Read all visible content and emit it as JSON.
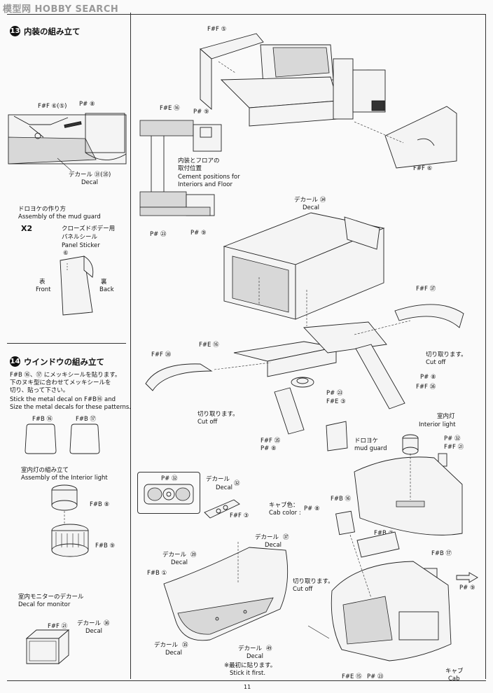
{
  "watermark": "模型网 HOBBY SEARCH",
  "page_number": "11",
  "step13": {
    "number": "13",
    "title": "内装の組み立て",
    "part_ff65": "F#F ⑥(⑤)",
    "part_ph8": "P# ⑧",
    "decal_jp": "デカール ㉛(㉟)",
    "decal_en": "Decal"
  },
  "mud_guard": {
    "title_jp": "ドロヨケの作り方",
    "title_en": "Assembly of the mud guard",
    "x2": "X2",
    "sticker_jp1": "クローズドボデー用",
    "sticker_jp2": "パネルシール",
    "sticker_en": "Panel Sticker",
    "sticker_num": "⑥",
    "front_jp": "表",
    "front_en": "Front",
    "back_jp": "裏",
    "back_en": "Back"
  },
  "step14": {
    "number": "14",
    "title": "ウインドウの組み立て",
    "instr1": "F#B ⑯、⑰ にメッキシールを貼ります。",
    "instr2": "下のヌキ型に合わせてメッキシールを",
    "instr3": "切り、貼って下さい。",
    "instr4": "Stick the metal decal on F#B⑯ and",
    "instr5": "Size the metal decals for these patterns.",
    "pattern1": "F#B ⑯",
    "pattern2": "F#B ⑰"
  },
  "interior_light": {
    "title_jp": "室内灯の組み立て",
    "title_en": "Assembly of the Interior light",
    "part1": "F#B ⑧",
    "part2": "F#B ⑨"
  },
  "monitor": {
    "title_jp": "室内モニターのデカール",
    "title_en": "Decal for monitor",
    "part": "F#F ㉑",
    "decal_jp": "デカール",
    "decal_en": "Decal",
    "decal_num": "㊱"
  },
  "top_assembly": {
    "part_ff5": "F#F ⑤",
    "part_ff6": "F#F ⑥",
    "part_fe16": "F#E ⑯",
    "part_ph9a": "P# ⑨",
    "part_ph23": "P# ㉓",
    "part_ph9b": "P# ⑨",
    "cement_jp1": "内装とフロアの",
    "cement_jp2": "取付位置",
    "cement_en1": "Cement positions for",
    "cement_en2": "Interiors and Floor",
    "decal34_jp": "デカール ㉞",
    "decal34_en": "Decal"
  },
  "middle_assembly": {
    "ff37": "F#F ㊲",
    "ff38": "F#F ㊳",
    "fe16": "F#E ⑯",
    "cut1_jp": "切り取ります。",
    "cut1_en": "Cut off",
    "ph8": "P# ⑧",
    "ff36": "F#F ㊱",
    "ph23": "P# ㉓",
    "fe3": "F#E ③",
    "cut2_jp": "切り取ります。",
    "cut2_en": "Cut off",
    "ff35": "F#F ㉟",
    "ph8b": "P# ⑧",
    "mud_jp": "ドロヨケ",
    "mud_en": "mud guard"
  },
  "lower_assembly": {
    "pc32": "P# ㉜",
    "decal32_jp": "デカール",
    "decal32_en": "Decal",
    "decal32_num": "㉜",
    "ff3": "F#F ③",
    "light_jp": "室内灯",
    "light_en": "Interior light",
    "pc32b": "P# ㉜",
    "ff21": "F#F ㉑",
    "decal37_jp": "デカール",
    "decal37_en": "Decal",
    "decal37_num": "㊲",
    "decal39_jp": "デカール",
    "decal39_en": "Decal",
    "decal39_num": "㊴",
    "fb1": "F#B ①",
    "cabcolor_jp": "キャブ色：",
    "cabcolor_en": "Cab color :",
    "cabcolor_part": "P# ⑧",
    "fb16": "F#B ⑯",
    "fb2": "F#B ②",
    "fb17": "F#B ⑰",
    "cut_jp": "切り取ります。",
    "cut_en": "Cut off",
    "ph9": "P# ⑨",
    "decal35_jp": "デカール",
    "decal35_en": "Decal",
    "decal35_num": "㉟",
    "decal54_jp": "デカール",
    "decal54_en": "Decal",
    "decal54_num": "㊾",
    "first_jp": "※最初に貼ります。",
    "first_en": "Stick it first.",
    "fe15": "F#E ⑮",
    "ph23": "P# ㉓",
    "cab_jp": "キャブ",
    "cab_en": "Cab"
  }
}
